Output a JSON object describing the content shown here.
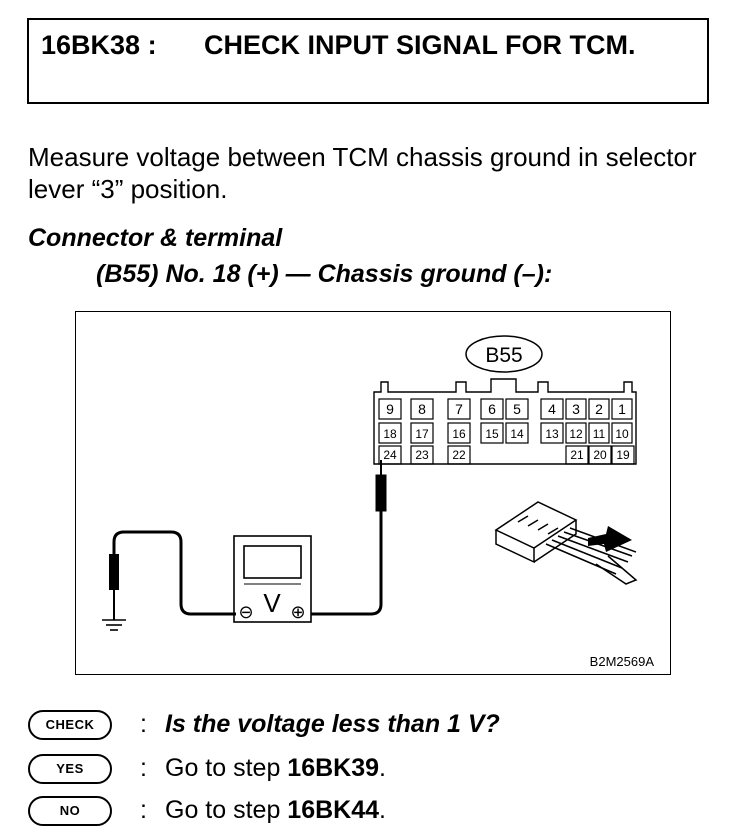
{
  "header": {
    "step_id": "16BK38 :",
    "title": "CHECK INPUT SIGNAL FOR TCM."
  },
  "instruction": "Measure voltage between TCM chassis ground in selector lever “3” position.",
  "connector": {
    "heading": "Connector & terminal",
    "detail": "(B55) No. 18 (+) — Chassis ground (–):"
  },
  "diagram": {
    "connector_label": "B55",
    "terminals_top": [
      "9",
      "8",
      "7",
      "6",
      "5",
      "4",
      "3",
      "2",
      "1"
    ],
    "terminals_mid": [
      "18",
      "17",
      "16",
      "15",
      "14",
      "13",
      "12",
      "11",
      "10"
    ],
    "terminals_bottom": [
      "24",
      "23",
      "22",
      "21",
      "20",
      "19"
    ],
    "meter_label": "V",
    "minus_symbol": "⊖",
    "plus_symbol": "⊕",
    "figure_code": "B2M2569A",
    "icons": [
      "ground-symbol-icon",
      "voltmeter-icon",
      "probe-icon",
      "connector-plug-icon",
      "arrow-icon"
    ]
  },
  "qa": [
    {
      "badge": "CHECK",
      "colon": ":",
      "text": "Is the voltage less than 1 V?"
    },
    {
      "badge": "YES",
      "colon": ":",
      "prefix": "Go to step ",
      "target": "16BK39",
      "suffix": "."
    },
    {
      "badge": "NO",
      "colon": ":",
      "prefix": "Go to step ",
      "target": "16BK44",
      "suffix": "."
    }
  ]
}
